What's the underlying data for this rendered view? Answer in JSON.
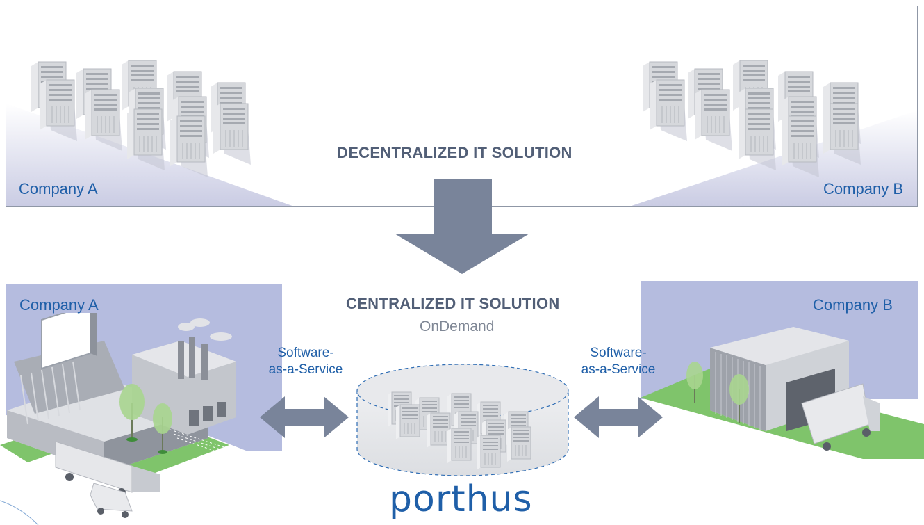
{
  "top": {
    "company_a": "Company A",
    "company_b": "Company B",
    "heading": "DECENTRALIZED IT SOLUTION"
  },
  "bottom": {
    "company_a": "Company A",
    "company_b": "Company B",
    "heading": "CENTRALIZED IT SOLUTION",
    "subheading": "OnDemand",
    "saas_left_1": "Software-",
    "saas_left_2": "as-a-Service",
    "saas_right_1": "Software-",
    "saas_right_2": "as-a-Service",
    "logo": "porthus"
  },
  "colors": {
    "brand_blue": "#1f5fa8",
    "arrow_gray": "#79849a",
    "panel_lavender": "#b5bcdf",
    "grass_green": "#7fc46b"
  }
}
